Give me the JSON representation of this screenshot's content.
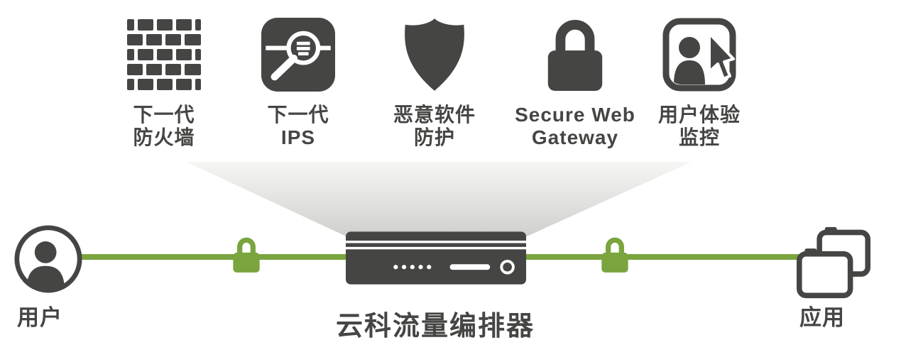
{
  "diagram": {
    "services": [
      {
        "icon": "firewall-bricks-icon",
        "label_line1": "下一代",
        "label_line2": "防火墙"
      },
      {
        "icon": "inspection-magnifier-icon",
        "label_line1": "下一代",
        "label_line2": "IPS"
      },
      {
        "icon": "shield-icon",
        "label_line1": "恶意软件",
        "label_line2": "防护"
      },
      {
        "icon": "padlock-icon",
        "label_line1": "Secure Web",
        "label_line2": "Gateway"
      },
      {
        "icon": "user-experience-monitor-icon",
        "label_line1": "用户体验",
        "label_line2": "监控"
      }
    ],
    "flow": {
      "left_endpoint": {
        "icon": "user-circle-icon",
        "label": "用户"
      },
      "right_endpoint": {
        "icon": "stacked-apps-icon",
        "label": "应用"
      },
      "device": {
        "icon": "network-appliance-icon",
        "label": "云科流量编排器"
      },
      "locks": [
        "green-padlock-icon",
        "green-padlock-icon"
      ]
    },
    "colors": {
      "dark": "#454543",
      "green": "#7aa43e",
      "funnel_top": "#f6f6f5",
      "funnel_bottom": "#cfcfcc",
      "background": "#ffffff"
    }
  }
}
